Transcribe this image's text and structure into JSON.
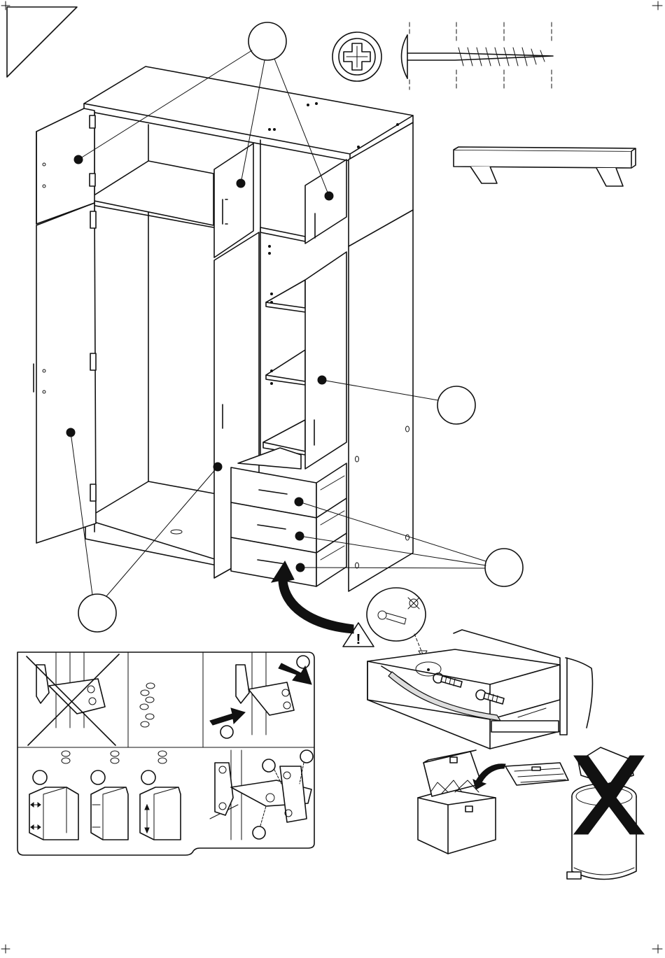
{
  "step": {
    "number": ""
  },
  "callouts": [
    {
      "label": ""
    },
    {
      "label": ""
    },
    {
      "label": ""
    },
    {
      "label": ""
    }
  ],
  "hinge_panel": {
    "marks": [
      "",
      "",
      "",
      "",
      "",
      ""
    ]
  },
  "symbols": {
    "screw-head": "phillips-cross",
    "warning": "!",
    "no-screw": "crossed-circle",
    "no-trash": "X"
  },
  "colors": {
    "ink": "#111111",
    "paper": "#ffffff"
  }
}
